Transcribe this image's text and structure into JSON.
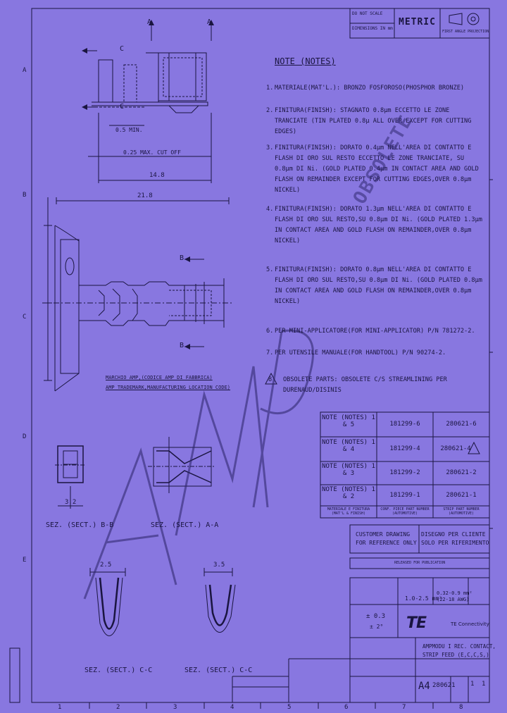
{
  "title_block": {
    "metric_label": "METRIC",
    "top_left_note_1": "DO NOT SCALE",
    "top_left_note_2": "DIMENSIONS IN mm",
    "projection_label": "FIRST ANGLE PROJECTION",
    "customer_drawing_1": "CUSTOMER DRAWING",
    "customer_drawing_2": "FOR REFERENCE ONLY",
    "disegno_1": "DISEGNO PER CLIENTE",
    "disegno_2": "SOLO PER RIFERIMENTO",
    "release_label": "RELEASED FOR PUBLICATION",
    "tolerance_1": "± 0.3",
    "tolerance_2": "± 2°",
    "range_1": "1.0-2.5 mm²",
    "range_2": "0.32-0.9 mm²",
    "range_3": "(22-18 AWG)",
    "logo_text": "TE",
    "logo_sub": "TE Connectivity",
    "description_1": "AMPMODU I REC. CONTACT,",
    "description_2": "STRIP FEED (E,C,C,S,)",
    "size_label": "A4",
    "drawing_number": "280621",
    "sheet_label": "1",
    "rev_label": "1"
  },
  "notes": {
    "heading": "NOTE (NOTES)",
    "items": [
      {
        "num": "1.",
        "text": "MATERIALE(MAT'L.): BRONZO FOSFOROSO(PHOSPHOR BRONZE)"
      },
      {
        "num": "2.",
        "text": "FINITURA(FINISH): STAGNATO 0.8µm ECCETTO LE ZONE TRANCIATE (TIN PLATED 0.8µ ALL OVER EXCEPT FOR CUTTING EDGES)"
      },
      {
        "num": "3.",
        "text": "FINITURA(FINISH): DORATO 0.4µm NELL'AREA DI CONTATTO E FLASH DI ORO SUL RESTO ECCETTO LE ZONE TRANCIATE, SU 0.8µm DI Ni. (GOLD PLATED 0.4µm IN CONTACT AREA AND GOLD FLASH ON REMAINDER EXCEPT FOR CUTTING EDGES,OVER 0.8µm NICKEL)"
      },
      {
        "num": "4.",
        "text": "FINITURA(FINISH): DORATO 1.3µm NELL'AREA DI CONTATTO E FLASH DI ORO SUL RESTO,SU 0.8µm DI Ni. (GOLD PLATED 1.3µm IN CONTACT AREA AND GOLD FLASH ON REMAINDER,OVER 0.8µm NICKEL)"
      },
      {
        "num": "5.",
        "text": "FINITURA(FINISH): DORATO 0.8µm NELL'AREA DI CONTATTO E FLASH DI ORO SUL RESTO,SU 0.8µm DI Ni. (GOLD PLATED 0.8µm IN CONTACT AREA AND GOLD FLASH ON REMAINDER,OVER 0.8µm NICKEL)"
      },
      {
        "num": "6.",
        "text": "PER MINI-APPLICATORE(FOR MINI-APPLICATOR) P/N 781272-2."
      },
      {
        "num": "7.",
        "text": "PER UTENSILE MANUALE(FOR HANDTOOL) P/N 90274-2."
      },
      {
        "num": "8",
        "text": "OBSOLETE PARTS: OBSOLETE C/S STREAMLINING PER DURENAUD/DISINIS"
      }
    ]
  },
  "parts_table": {
    "header": [
      "MATERIALE E FINITURA (MAT'L & FINISH)",
      "CONF. PIECE PART NUMBER (AUTOMOTIVE)",
      "STRIP PART NUMBER (AUTOMOTIVE)"
    ],
    "rows": [
      {
        "note": "NOTE (NOTES) 1 & 5",
        "pn1": "181299-6",
        "pn2": "280621-6"
      },
      {
        "note": "NOTE (NOTES) 1 & 4",
        "pn1": "181299-4",
        "pn2": "280621-4"
      },
      {
        "note": "NOTE (NOTES) 1 & 3",
        "pn1": "181299-2",
        "pn2": "280621-2"
      },
      {
        "note": "NOTE (NOTES) 1 & 2",
        "pn1": "181299-1",
        "pn2": "280621-1"
      }
    ]
  },
  "drawing": {
    "dim_15": "0.5 MIN.",
    "dim_025": "0.25 MAX. CUT OFF",
    "dim_148": "14.8",
    "dim_218": "21.8",
    "dim_35": "3.5",
    "dim_32": "3.2",
    "dim_25": "2.5",
    "dim_35b": "3.5",
    "label_A1": "A",
    "label_A2": "A",
    "label_C1": "C",
    "label_C2": "C",
    "label_B1": "B",
    "label_B2": "B",
    "trademark_1": "MARCHIO AMP,(CODICE AMP DI FABBRICA)",
    "trademark_2": "AMP TRADEMARK,MANUFACTURING LOCATION CODE)",
    "sect_bb": "SEZ. (SECT.) B-B",
    "sect_aa": "SEZ. (SECT.) A-A",
    "sect_cc1": "SEZ. (SECT.) C-C",
    "sect_cc2": "SEZ. (SECT.) C-C",
    "watermark": "AMP",
    "obsolete_mark": "OBSOLETE"
  },
  "border": {
    "cols": [
      "1",
      "2",
      "3",
      "4",
      "5",
      "6",
      "7",
      "8"
    ],
    "rows": [
      "A",
      "B",
      "C",
      "D",
      "E"
    ]
  }
}
